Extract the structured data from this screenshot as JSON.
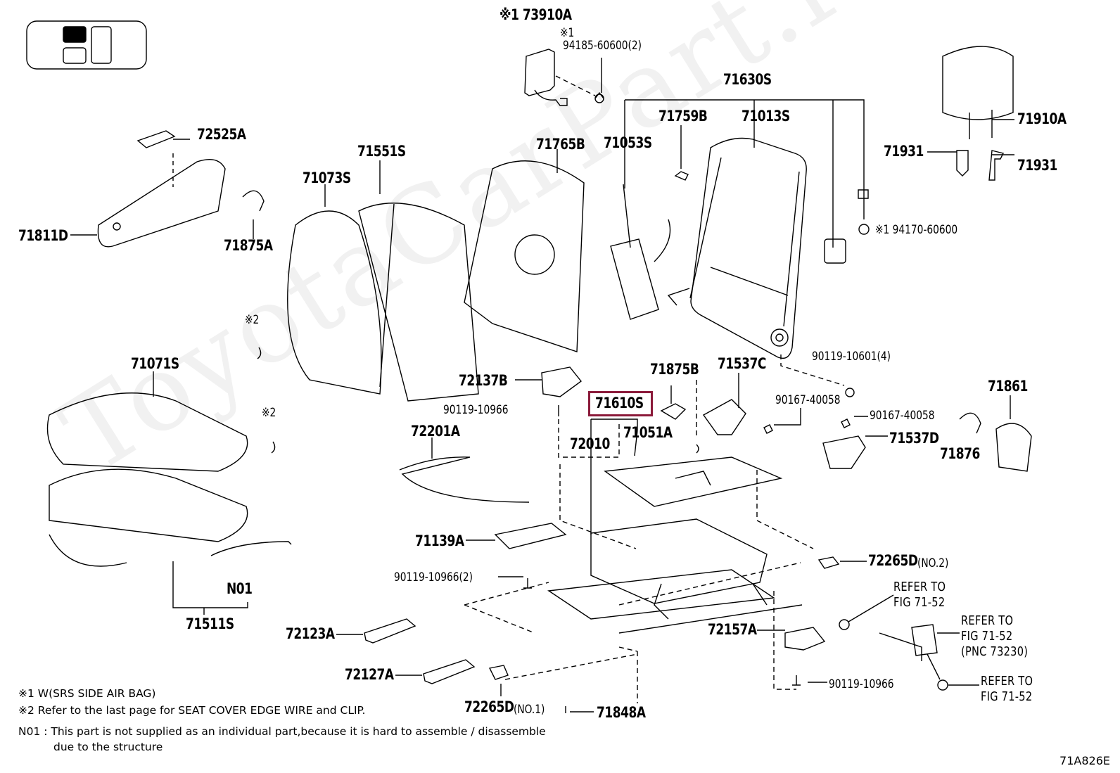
{
  "labels": {
    "p73910A": "※1 73910A",
    "s1a": "※1",
    "p94185": "94185-60600(2)",
    "p71630S": "71630S",
    "p71759B": "71759B",
    "p71013S": "71013S",
    "p71053S": "71053S",
    "p71910A": "71910A",
    "p71931a": "71931",
    "p71931b": "71931",
    "p94170": "※1 94170-60600",
    "p72525A": "72525A",
    "p71551S": "71551S",
    "p71765B": "71765B",
    "p71073S": "71073S",
    "p71811D": "71811D",
    "p71875A": "71875A",
    "s2a": "※2",
    "s2b": "※2",
    "p71071S": "71071S",
    "p72137B": "72137B",
    "p90119a": "90119-10966",
    "p71875B": "71875B",
    "p71537C": "71537C",
    "p90119b": "90119-10601(4)",
    "p71610S": "71610S",
    "p90167a": "90167-40058",
    "p90167b": "90167-40058",
    "p71861": "71861",
    "p72201A": "72201A",
    "p72010": "72010",
    "p71051A": "71051A",
    "p71537D": "71537D",
    "p71876": "71876",
    "p71139A": "71139A",
    "p72265D2": "72265D",
    "p72265D2n": "(NO.2)",
    "p90119c": "90119-10966(2)",
    "pN01": "N01",
    "pRefer1a": "REFER TO",
    "pRefer1b": "FIG 71-52",
    "pRefer2a": "REFER TO",
    "pRefer2b": "FIG 71-52",
    "pRefer2c": "(PNC 73230)",
    "p71511S": "71511S",
    "p72123A": "72123A",
    "p72157A": "72157A",
    "p72127A": "72127A",
    "p90119d": "90119-10966",
    "pRefer3a": "REFER TO",
    "pRefer3b": "FIG 71-52",
    "p72265D1": "72265D",
    "p72265D1n": "(NO.1)",
    "p71848A": "71848A"
  },
  "notes": {
    "n1": "※1 W(SRS SIDE AIR BAG)",
    "n2": "※2 Refer to the last page for SEAT COVER EDGE WIRE and CLIP.",
    "n3": "N01 : This part is not supplied as an individual part,because it is hard to assemble / disassemble",
    "n4": "due to the structure"
  },
  "diagram_code": "71A826E",
  "watermark": "ToyotaCarPart.ru",
  "highlight_color": "#8b1a3a"
}
